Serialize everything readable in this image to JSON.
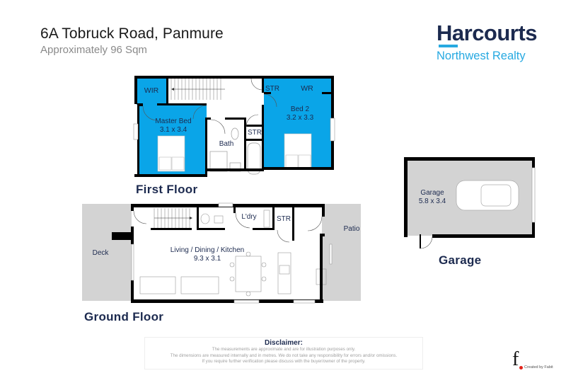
{
  "header": {
    "title": "6A Tobruck Road, Panmure",
    "subtitle": "Approximately 96 Sqm"
  },
  "brand": {
    "name": "Harcourts",
    "office": "Northwest Realty",
    "colors": {
      "primary": "#1c2a4f",
      "accent": "#27a9e1"
    }
  },
  "colors": {
    "bedroom_fill": "#0aa5e8",
    "wall": "#000000",
    "outdoor_fill": "#d3d3d3",
    "floor_label": "#1c2a4f"
  },
  "first_floor": {
    "label": "First Floor",
    "rooms": [
      {
        "id": "wir",
        "name": "WIR",
        "dims": ""
      },
      {
        "id": "master-bed",
        "name": "Master Bed",
        "dims": "3.1 x 3.4"
      },
      {
        "id": "bath",
        "name": "Bath",
        "dims": ""
      },
      {
        "id": "str-upper",
        "name": "STR",
        "dims": ""
      },
      {
        "id": "str-lower",
        "name": "STR",
        "dims": ""
      },
      {
        "id": "wr",
        "name": "WR",
        "dims": ""
      },
      {
        "id": "bed-2",
        "name": "Bed 2",
        "dims": "3.2 x 3.3"
      }
    ]
  },
  "ground_floor": {
    "label": "Ground Floor",
    "rooms": [
      {
        "id": "deck",
        "name": "Deck",
        "dims": ""
      },
      {
        "id": "living",
        "name": "Living / Dining / Kitchen",
        "dims": "9.3 x 3.1"
      },
      {
        "id": "laundry",
        "name": "L'dry",
        "dims": ""
      },
      {
        "id": "str",
        "name": "STR",
        "dims": ""
      },
      {
        "id": "patio",
        "name": "Patio",
        "dims": ""
      }
    ]
  },
  "garage": {
    "label": "Garage",
    "rooms": [
      {
        "id": "garage",
        "name": "Garage",
        "dims": "5.8 x 3.4"
      }
    ]
  },
  "disclaimer": {
    "title": "Disclaimer:",
    "lines": [
      "The measurements are approximate and are for illustration purposes only.",
      "The dimensions are measured internally and in metres. We do not take any responsibility for errors and/or omissions.",
      "If you require further verification please discuss with the buyer/owner of the property."
    ]
  },
  "credit": {
    "logo_letter": "f.",
    "text": "Created by Fabit"
  }
}
